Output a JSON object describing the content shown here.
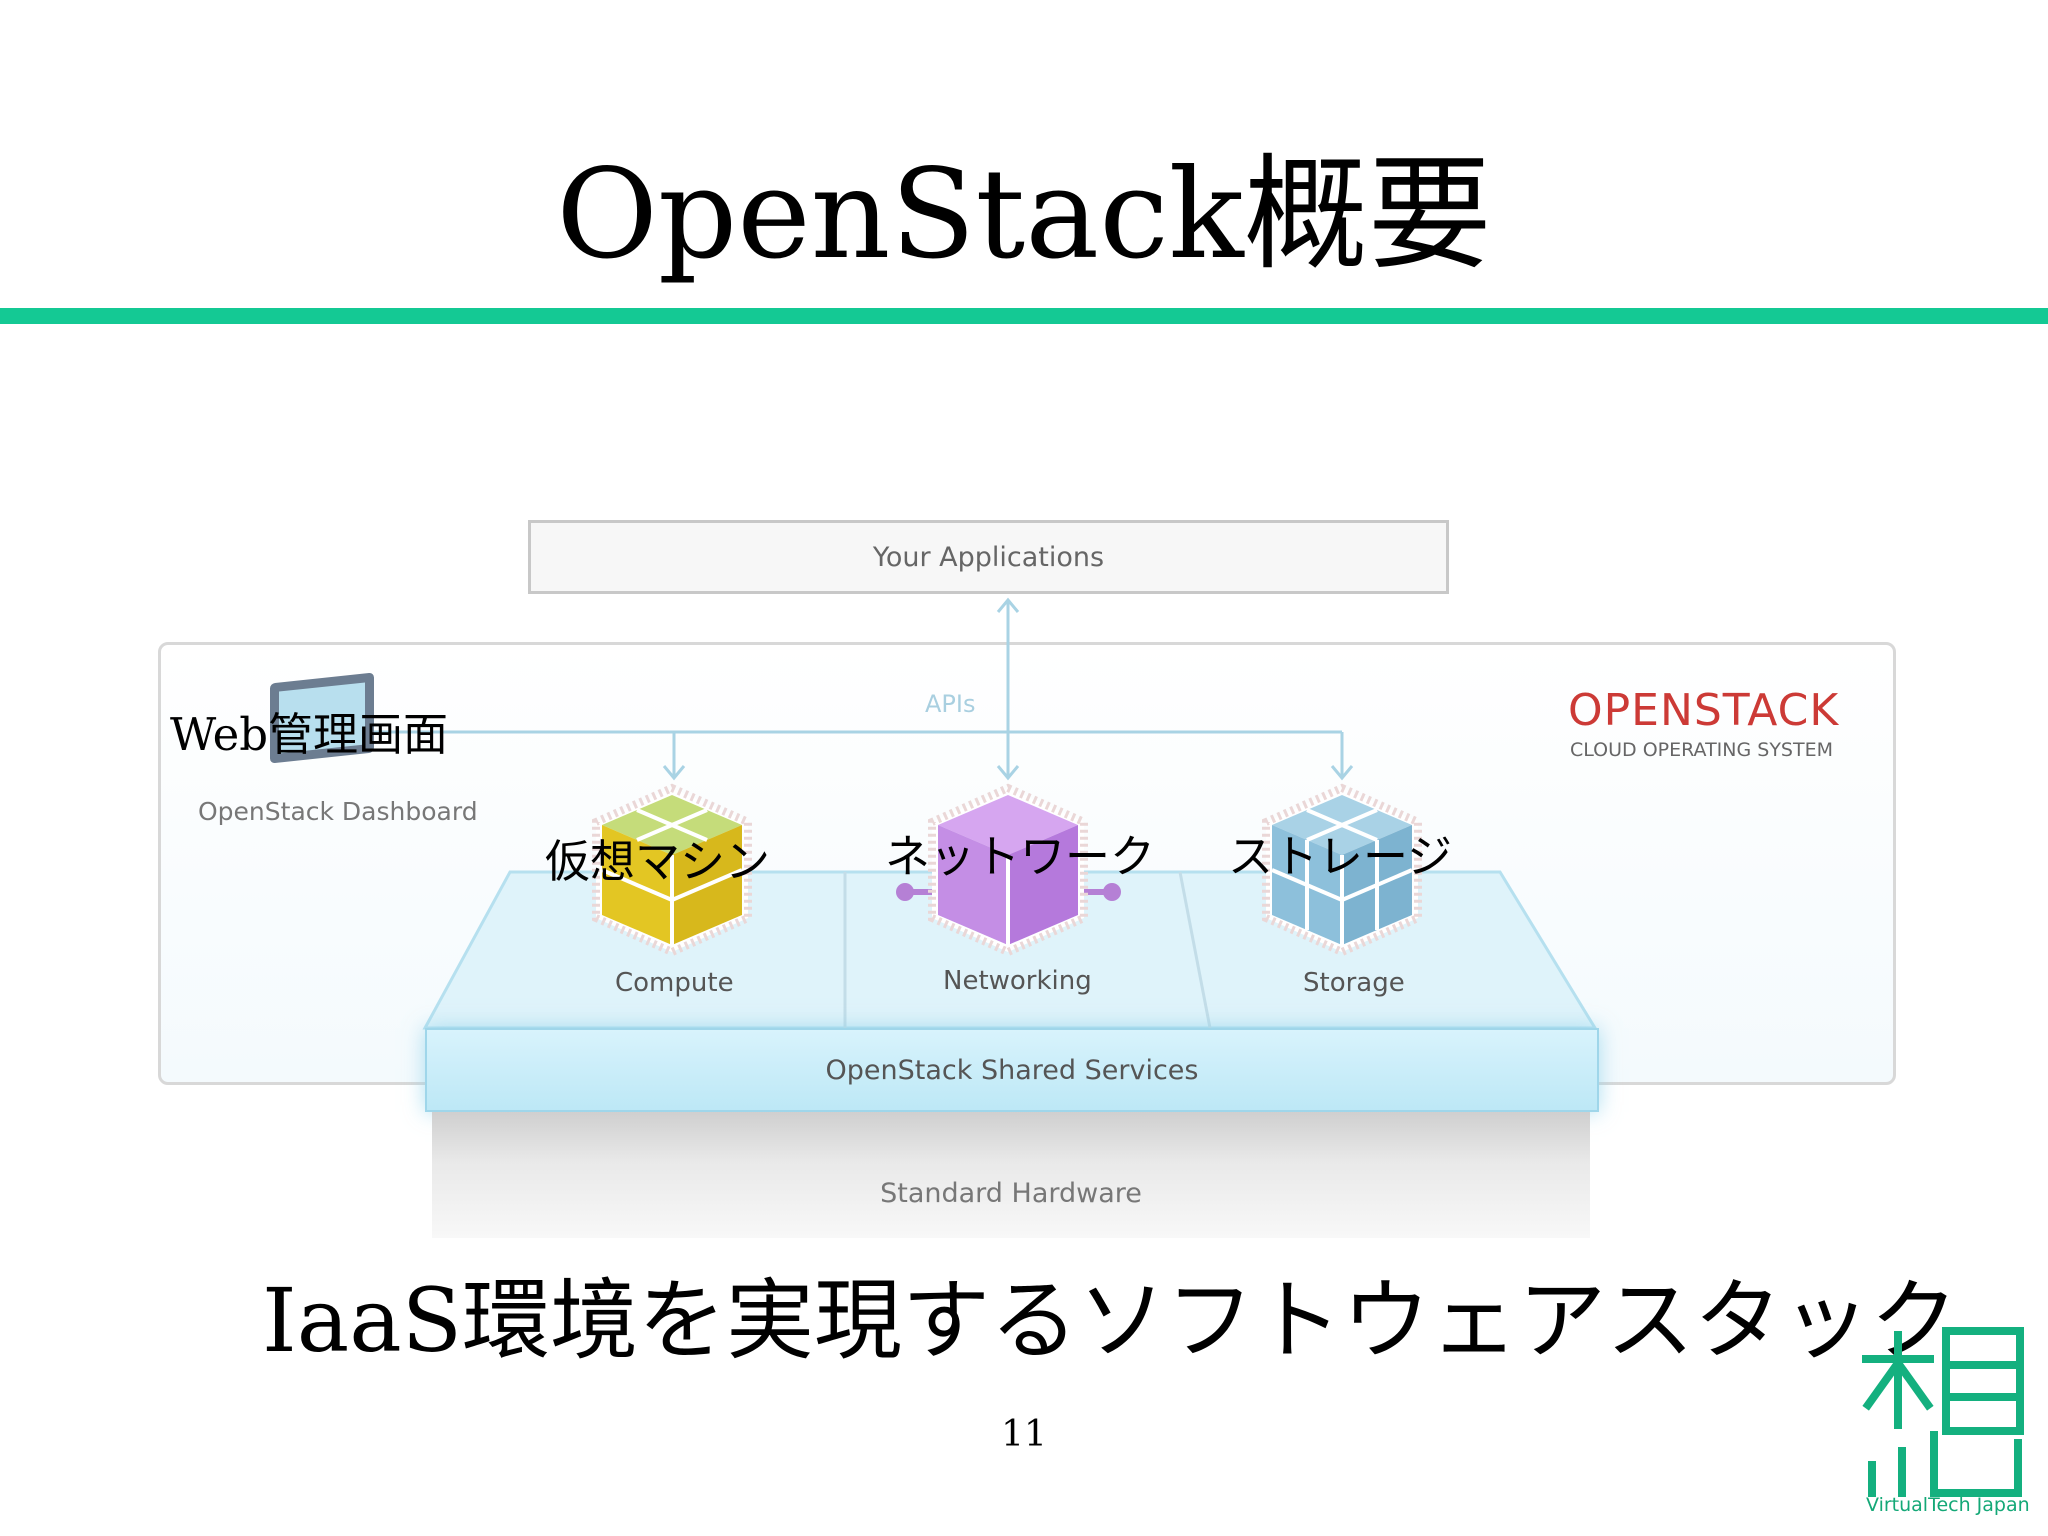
{
  "slide": {
    "title": "OpenStack概要",
    "subtitle": "IaaS環境を実現するソフトウェアスタック",
    "page_number": "11"
  },
  "diagram": {
    "apps_label": "Your Applications",
    "apis_label": "APIs",
    "brand_title": "OPENSTACK",
    "brand_subtitle": "CLOUD OPERATING SYSTEM",
    "dashboard_label": "OpenStack Dashboard",
    "dashboard_jp": "Web管理画面",
    "services": [
      {
        "jp": "仮想マシン",
        "label": "Compute",
        "color": "#e2c52c"
      },
      {
        "jp": "ネットワーク",
        "label": "Networking",
        "color": "#c58ce6"
      },
      {
        "jp": "ストレージ",
        "label": "Storage",
        "color": "#96c6de"
      }
    ],
    "shared_services_label": "OpenStack Shared Services",
    "hardware_label": "Standard Hardware"
  },
  "logo": {
    "text": "VirtualTech Japan",
    "color": "#14b07f"
  },
  "accent_color": "#14c994"
}
